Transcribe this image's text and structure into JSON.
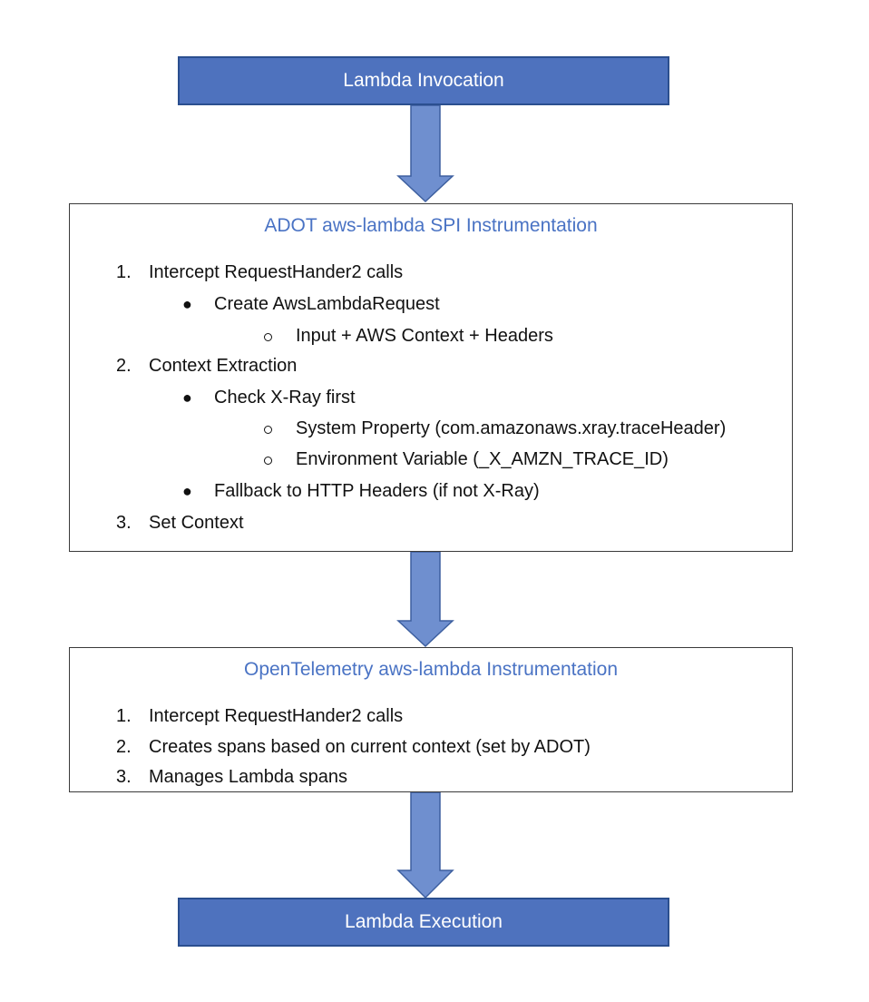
{
  "nodes": {
    "start": {
      "label": "Lambda Invocation"
    },
    "end": {
      "label": "Lambda Execution"
    }
  },
  "adot": {
    "title": "ADOT aws-lambda SPI Instrumentation",
    "steps": [
      {
        "num": "1.",
        "text": "Intercept RequestHander2 calls"
      },
      {
        "num": "2.",
        "text": "Context Extraction"
      },
      {
        "num": "3.",
        "text": "Set Context"
      }
    ],
    "step1_bullet": "Create AwsLambdaRequest",
    "step1_sub": "Input + AWS Context + Headers",
    "step2_bullet1": "Check X-Ray first",
    "step2_sub1": "System Property (com.amazonaws.xray.traceHeader)",
    "step2_sub2": "Environment Variable (_X_AMZN_TRACE_ID)",
    "step2_bullet2": "Fallback to HTTP Headers (if not X-Ray)"
  },
  "otel": {
    "title": "OpenTelemetry aws-lambda Instrumentation",
    "steps": [
      {
        "num": "1.",
        "text": "Intercept RequestHander2 calls"
      },
      {
        "num": "2.",
        "text": "Creates spans based on current context (set by ADOT)"
      },
      {
        "num": "3.",
        "text": "Manages Lambda spans"
      }
    ]
  },
  "colors": {
    "node_fill": "#4e72be",
    "node_border": "#2b4f8f",
    "arrow_fill": "#6f8fcf",
    "title_text": "#4a73c4"
  }
}
